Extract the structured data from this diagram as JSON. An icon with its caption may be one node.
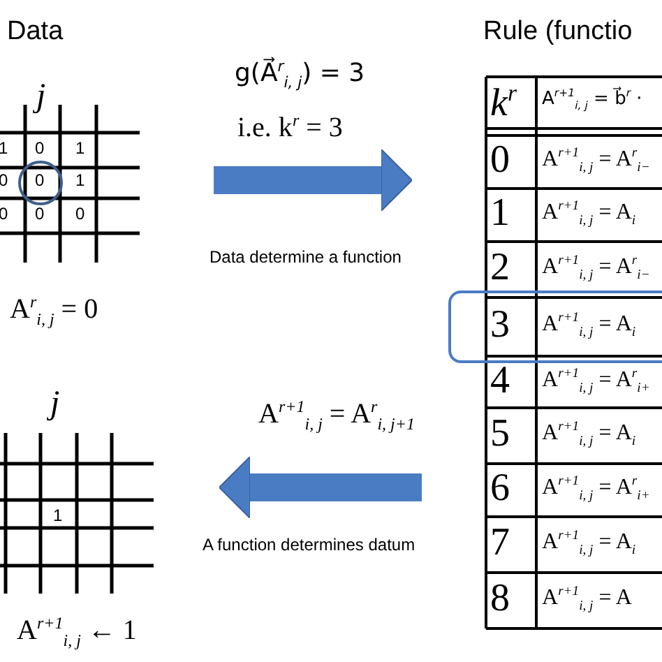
{
  "diagram": {
    "nodes": [
      {
        "text": [
          "Data"
        ]
      },
      {
        "text": [
          "Rule (functio"
        ]
      },
      {
        "text": [],
        "shape": "grid"
      }
    ],
    "edges": [
      {
        "from": 0,
        "to": 1,
        "arrow": "to",
        "label": "Data determine a function"
      },
      {
        "from": 1,
        "to": 2,
        "arrow": "to",
        "label": "A function determines datum"
      }
    ],
    "labels": [
      "1",
      "0",
      "1",
      "0",
      "0",
      "1",
      "0",
      "0",
      "0",
      "j",
      "A$^{r}$$_{i, j}$ = 0",
      "g(A⃗$^{r}$$_{i, j}$) = 3",
      "i.e.  k$^{r}$ = 3",
      "k$^{r}$",
      "A$^{r+1}$$_{i, j}$ = b⃗$^{r}$ ·",
      "0",
      "A$^{r+1}$$_{i, j}$ = A$^{r}$$_{i−}$",
      "1",
      "A$^{r+1}$$_{i, j}$ = A$_{i}$",
      "2",
      "A$^{r+1}$$_{i, j}$ = A$^{r}$$_{i−}$",
      "3",
      "A$^{r+1}$$_{i, j}$ = A$_{i}$",
      "4",
      "A$^{r+1}$$_{i, j}$ = A$^{r}$$_{i+}$",
      "5",
      "A$^{r+1}$$_{i, j}$ = A$_{i}$",
      "6",
      "A$^{r+1}$$_{i, j}$ = A$^{r}$$_{i+}$",
      "7",
      "A$^{r+1}$$_{i, j}$ = A$_{i}$",
      "8",
      "A$^{r+1}$$_{i, j}$ = A",
      "j",
      "A$^{r+1}$$_{i, j}$ = A$^{r}$$_{i, j+1}$",
      "1",
      "A$^{r+1}$$_{i, j}$ ← 1"
    ]
  }
}
